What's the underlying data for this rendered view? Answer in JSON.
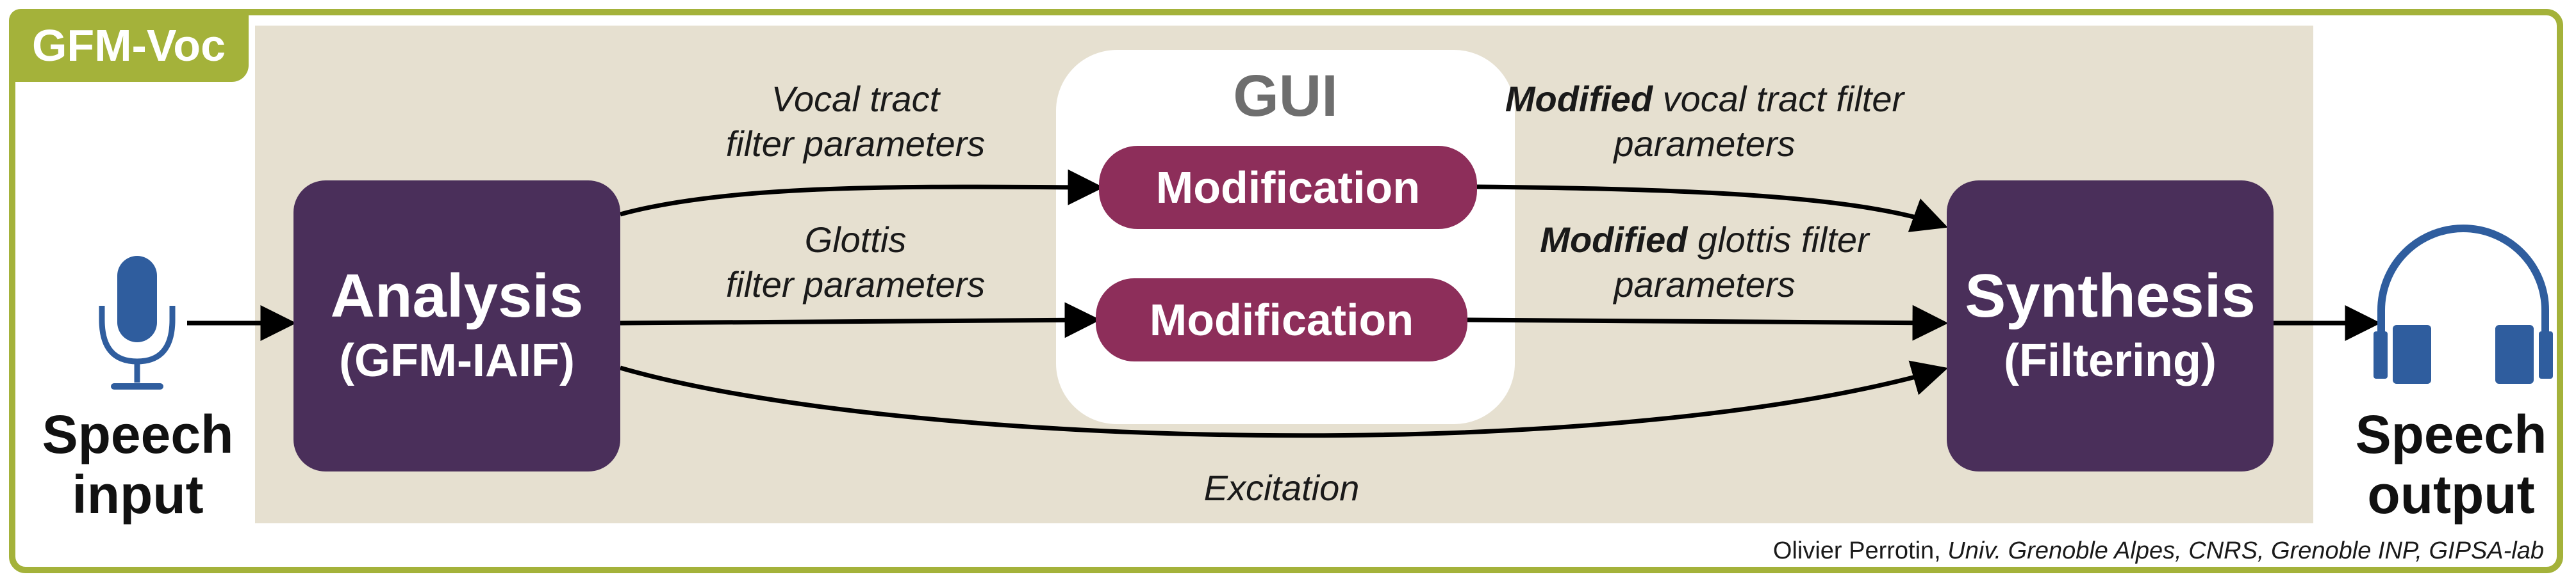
{
  "tag": "GFM-Voc",
  "gui": {
    "title": "GUI",
    "modification_top": "Modification",
    "modification_bottom": "Modification"
  },
  "analysis": {
    "title": "Analysis",
    "subtitle": "(GFM-IAIF)"
  },
  "synthesis": {
    "title": "Synthesis",
    "subtitle": "(Filtering)"
  },
  "labels": {
    "vocal_tract_line1": "Vocal tract",
    "vocal_tract_line2": "filter parameters",
    "glottis_line1": "Glottis",
    "glottis_line2": "filter parameters",
    "mod_vocal_bold": "Modified",
    "mod_vocal_rest": " vocal tract filter",
    "mod_vocal_line2": "parameters",
    "mod_glottis_bold": "Modified",
    "mod_glottis_rest": " glottis filter",
    "mod_glottis_line2": "parameters",
    "excitation": "Excitation"
  },
  "speech_input": {
    "line1": "Speech",
    "line2": "input",
    "icon": "microphone-icon"
  },
  "speech_output": {
    "line1": "Speech",
    "line2": "output",
    "icon": "headphones-icon"
  },
  "credit": {
    "author": "Olivier Perrotin, ",
    "affiliation": "Univ. Grenoble Alpes, CNRS, Grenoble INP, GIPSA-lab"
  },
  "colors": {
    "frame": "#a4b23a",
    "panel": "#e6e0d0",
    "block": "#4a2f5a",
    "pill": "#8d2e5a",
    "icon": "#2f5d9e"
  }
}
